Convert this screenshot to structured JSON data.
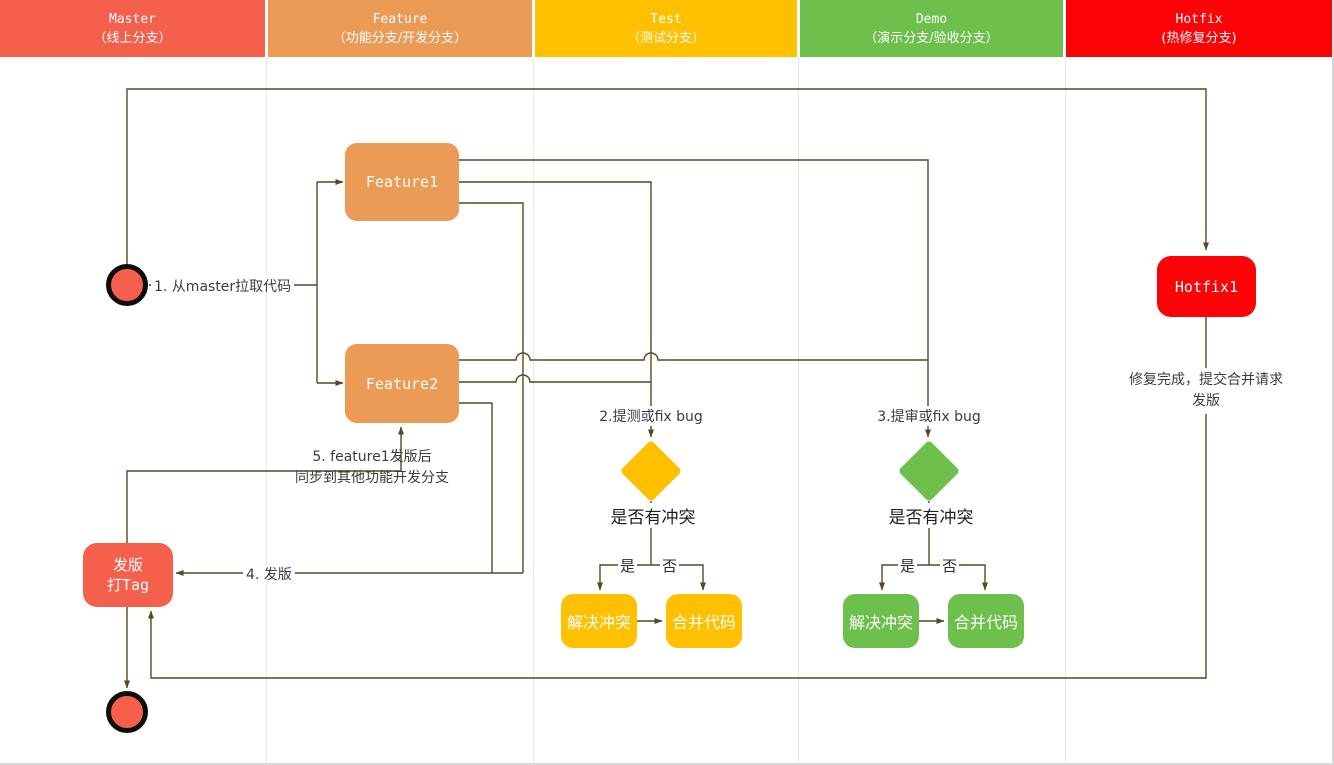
{
  "lanes": [
    {
      "name": "Master",
      "sub": "（线上分支）",
      "color": "#F4604C"
    },
    {
      "name": "Feature",
      "sub": "（功能分支/开发分支）",
      "color": "#EC9B56"
    },
    {
      "name": "Test",
      "sub": "（测试分支）",
      "color": "#FFC000"
    },
    {
      "name": "Demo",
      "sub": "（演示分支/验收分支）",
      "color": "#6CC04B"
    },
    {
      "name": "Hotfix",
      "sub": "(热修复分支)",
      "color": "#FB0307"
    }
  ],
  "nodes": {
    "feature1": {
      "label": "Feature1"
    },
    "feature2": {
      "label": "Feature2"
    },
    "hotfix1": {
      "label": "Hotfix1"
    },
    "release_tag": {
      "line1": "发版",
      "line2": "打Tag"
    },
    "test_resolve": {
      "label": "解决冲突"
    },
    "test_merge": {
      "label": "合并代码"
    },
    "demo_resolve": {
      "label": "解决冲突"
    },
    "demo_merge": {
      "label": "合并代码"
    }
  },
  "labels": {
    "step1": "1. 从master拉取代码",
    "step2": "2.提测或fix bug",
    "step3": "3.提审或fix bug",
    "step4": "4. 发版",
    "step5_line1": "5. feature1发版后",
    "step5_line2": "同步到其他功能开发分支",
    "conflict_question": "是否有冲突",
    "yes": "是",
    "no": "否",
    "hotfix_note_line1": "修复完成，提交合并请求",
    "hotfix_note_line2": "发版"
  },
  "colors": {
    "tomato": "#F4604C",
    "orange": "#EC9B56",
    "gold": "#FFC000",
    "green": "#6CC04B",
    "red": "#FB0307",
    "line": "#57491E",
    "lane_separator": "#E7E7E7"
  }
}
